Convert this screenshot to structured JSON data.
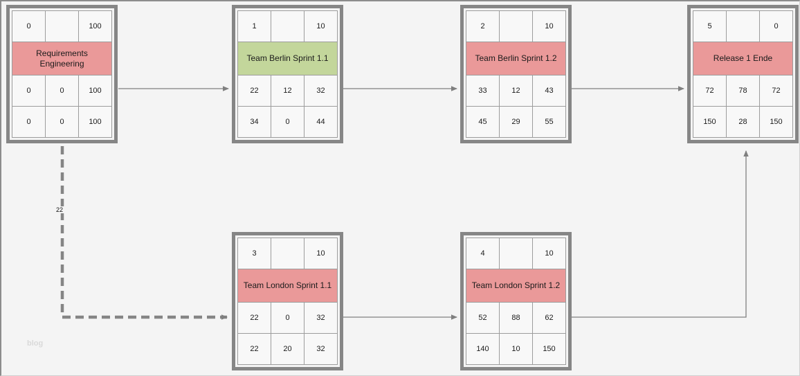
{
  "watermark": "blog",
  "colors": {
    "red": "#ea9999",
    "green": "#c3d69b"
  },
  "edge_label_22": "22",
  "nodes": [
    {
      "title": "Requirements Engineering",
      "header": "red",
      "row1": [
        "0",
        "",
        "100"
      ],
      "row2": [
        "0",
        "0",
        "100"
      ],
      "row3": [
        "0",
        "0",
        "100"
      ]
    },
    {
      "title": "Team Berlin Sprint 1.1",
      "header": "green",
      "row1": [
        "1",
        "",
        "10"
      ],
      "row2": [
        "22",
        "12",
        "32"
      ],
      "row3": [
        "34",
        "0",
        "44"
      ]
    },
    {
      "title": "Team Berlin Sprint 1.2",
      "header": "red",
      "row1": [
        "2",
        "",
        "10"
      ],
      "row2": [
        "33",
        "12",
        "43"
      ],
      "row3": [
        "45",
        "29",
        "55"
      ]
    },
    {
      "title": "Release 1 Ende",
      "header": "red",
      "row1": [
        "5",
        "",
        "0"
      ],
      "row2": [
        "72",
        "78",
        "72"
      ],
      "row3": [
        "150",
        "28",
        "150"
      ]
    },
    {
      "title": "Team London Sprint 1.1",
      "header": "red",
      "row1": [
        "3",
        "",
        "10"
      ],
      "row2": [
        "22",
        "0",
        "32"
      ],
      "row3": [
        "22",
        "20",
        "32"
      ]
    },
    {
      "title": "Team London Sprint 1.2",
      "header": "red",
      "row1": [
        "4",
        "",
        "10"
      ],
      "row2": [
        "52",
        "88",
        "62"
      ],
      "row3": [
        "140",
        "10",
        "150"
      ]
    }
  ],
  "edges": [
    {
      "from": "Requirements Engineering",
      "to": "Team Berlin Sprint 1.1",
      "style": "solid",
      "label": ""
    },
    {
      "from": "Team Berlin Sprint 1.1",
      "to": "Team Berlin Sprint 1.2",
      "style": "solid",
      "label": ""
    },
    {
      "from": "Team Berlin Sprint 1.2",
      "to": "Release 1 Ende",
      "style": "solid",
      "label": ""
    },
    {
      "from": "Requirements Engineering",
      "to": "Team London Sprint 1.1",
      "style": "dashed",
      "label": "22"
    },
    {
      "from": "Team London Sprint 1.1",
      "to": "Team London Sprint 1.2",
      "style": "solid",
      "label": ""
    },
    {
      "from": "Team London Sprint 1.2",
      "to": "Release 1 Ende",
      "style": "solid",
      "label": ""
    }
  ]
}
